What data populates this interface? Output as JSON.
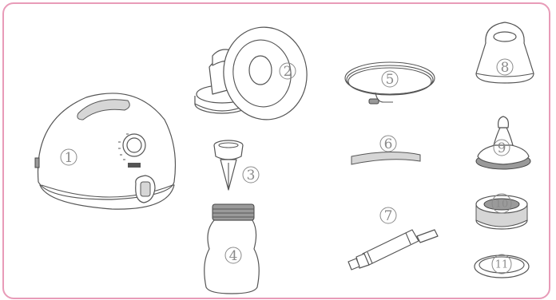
{
  "labels": {
    "p1": "1",
    "p2": "2",
    "p3": "3",
    "p4": "4",
    "p5": "5",
    "p6": "6",
    "p7": "7",
    "p8": "8",
    "p9": "9",
    "p10": "10",
    "p11": "11"
  },
  "colors": {
    "frame": "#e89bb8",
    "line": "#555555",
    "label": "#8a8a8a"
  }
}
